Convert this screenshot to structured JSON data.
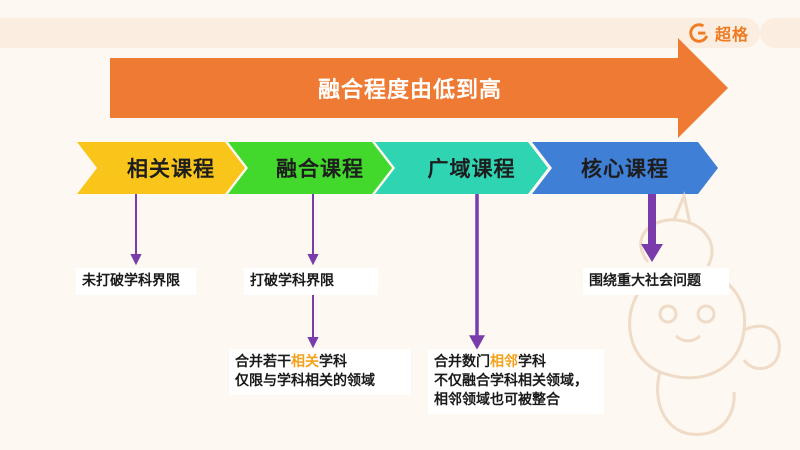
{
  "brand": {
    "name": "超格",
    "icon": "g-logo-icon",
    "color": "#f07b22"
  },
  "banner": {
    "label": "融合程度由低到高",
    "color": "#ef7a33"
  },
  "stages": [
    {
      "label": "相关课程",
      "color": "#f9c51b"
    },
    {
      "label": "融合课程",
      "color": "#43d92c"
    },
    {
      "label": "广域课程",
      "color": "#2fd4b3"
    },
    {
      "label": "核心课程",
      "color": "#3f7fd6"
    }
  ],
  "connector_color": "#7b3cab",
  "notes": {
    "n1": {
      "text": "未打破学科界限"
    },
    "n2": {
      "text": "打破学科界限"
    },
    "n3": {
      "line1_pre": "合并若干",
      "line1_hl": "相关",
      "line1_post": "学科",
      "line2": "仅限与学科相关的领域"
    },
    "n4": {
      "line1_pre": "合并数门",
      "line1_hl": "相邻",
      "line1_post": "学科",
      "line2": "不仅融合学科相关领域，",
      "line3": "相邻领域也可被整合"
    },
    "n5": {
      "text": "围绕重大社会问题"
    }
  },
  "highlight_color": "#f3a21b"
}
